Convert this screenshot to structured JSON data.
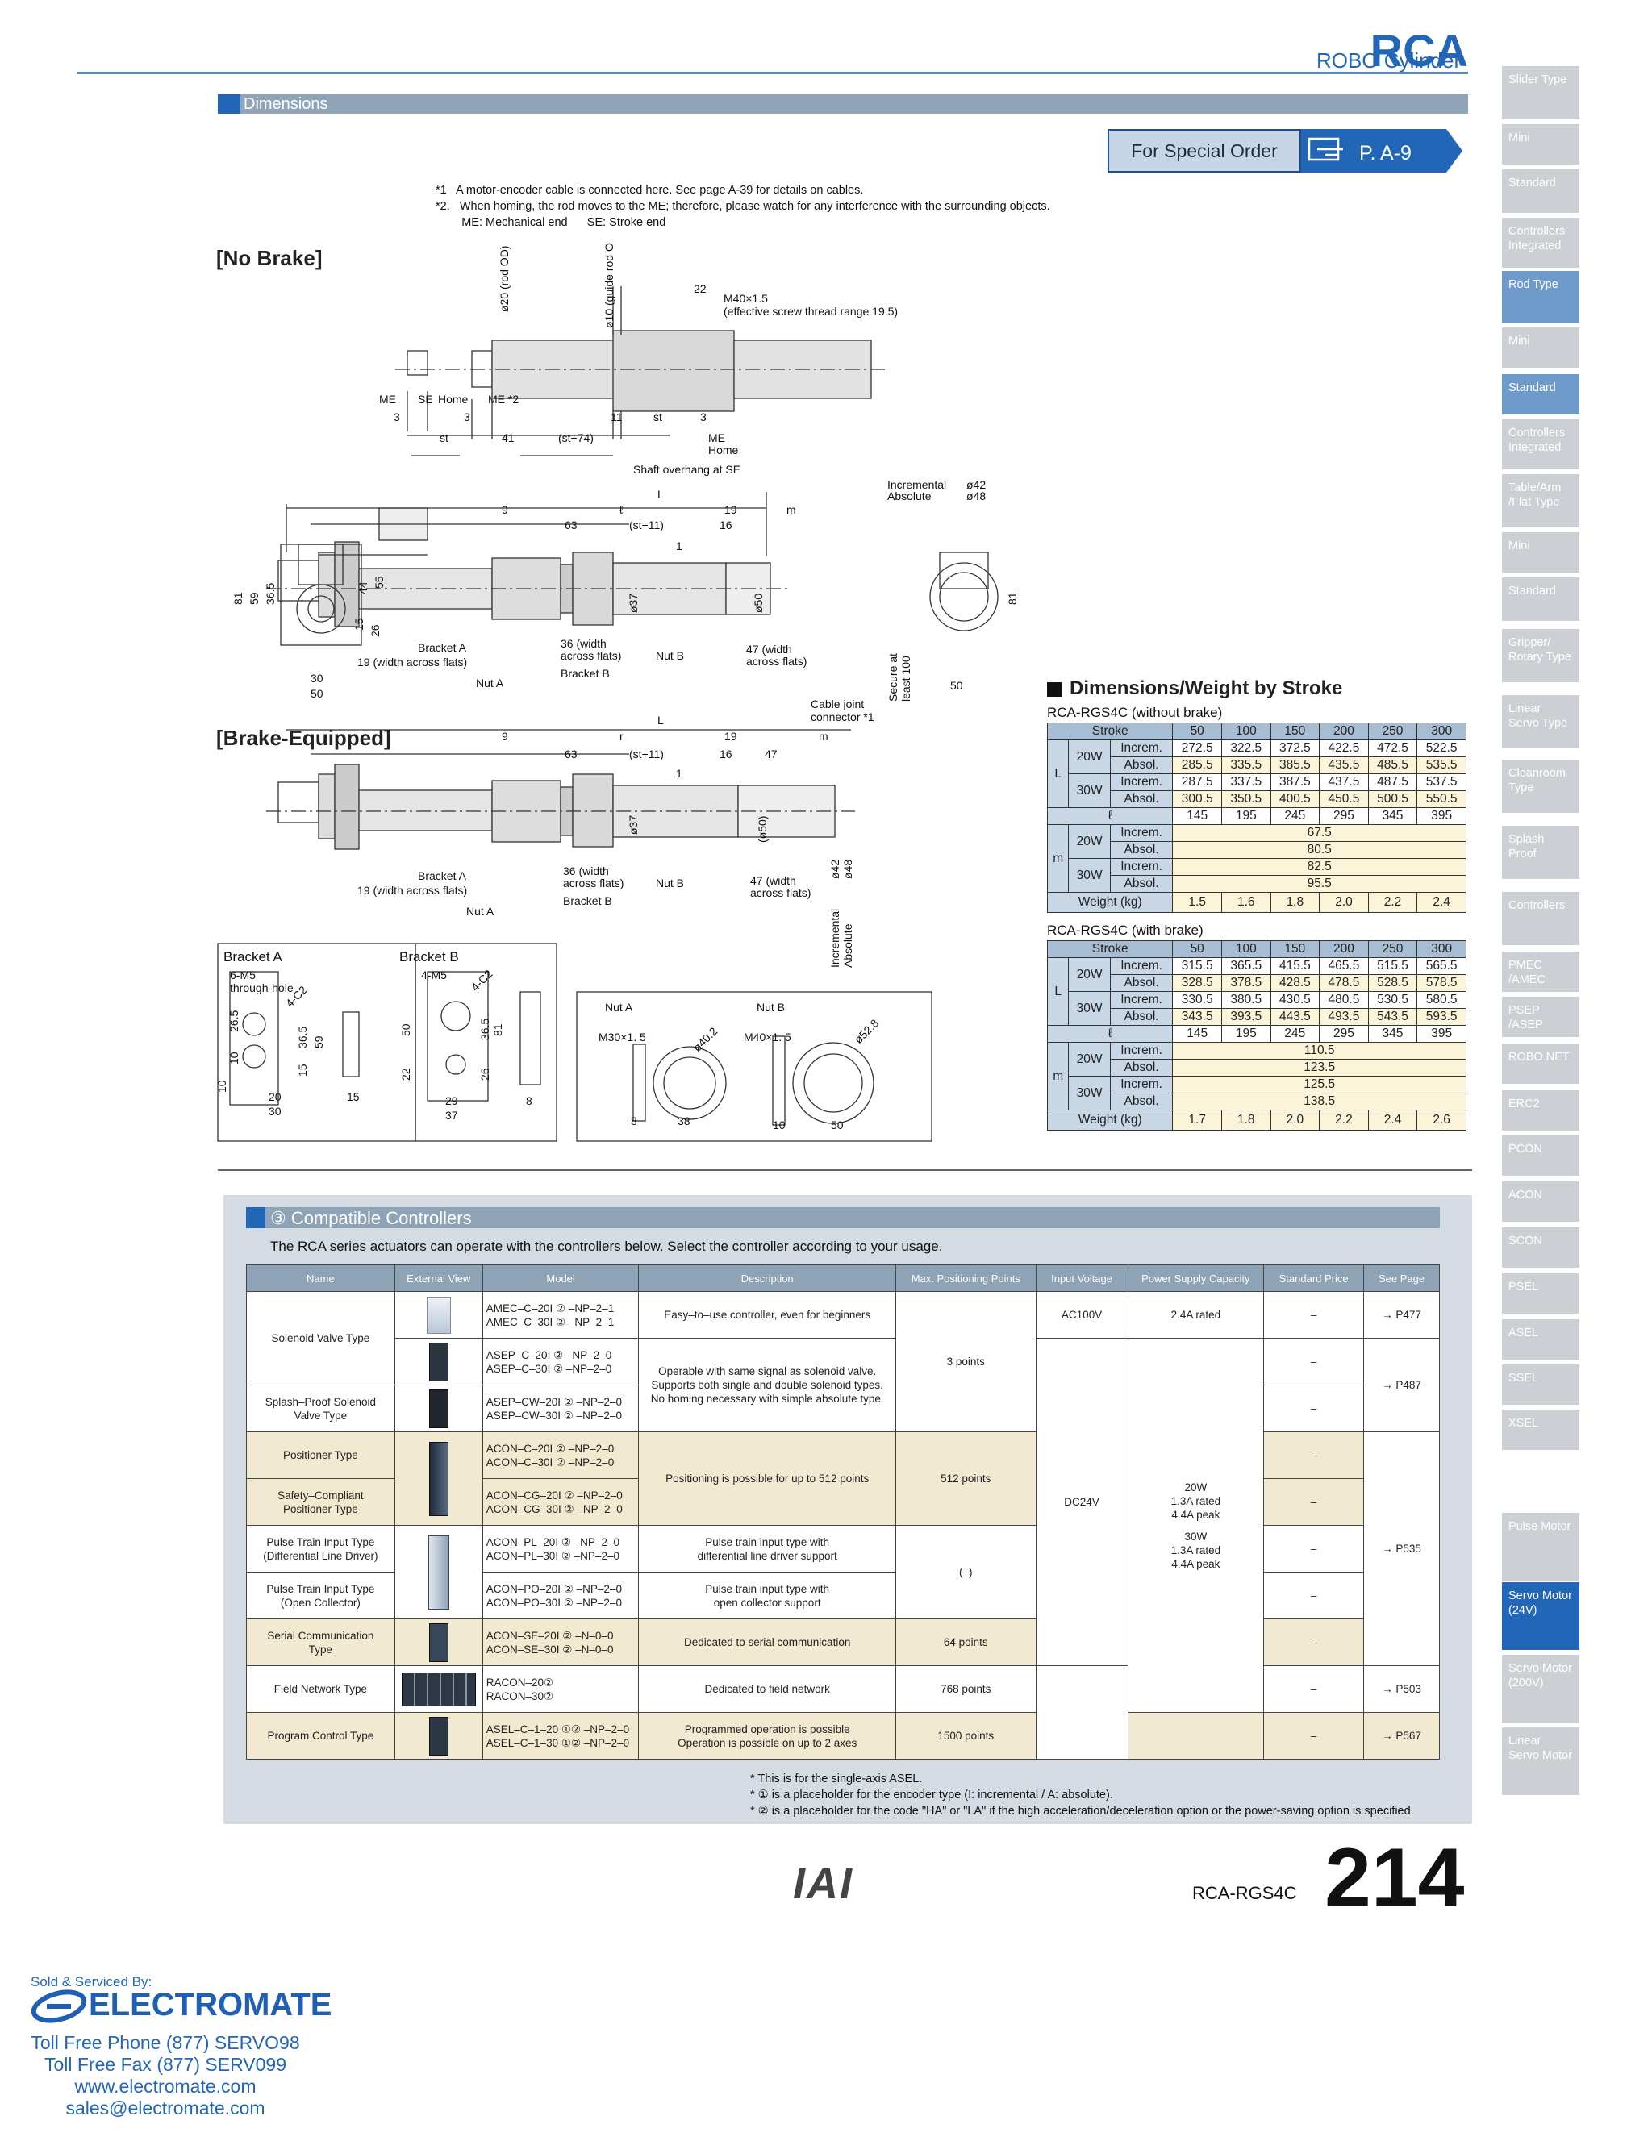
{
  "header": {
    "brand": "RCA",
    "brand_sub": "ROBO Cylinder",
    "section": "Dimensions",
    "special_order": "For Special Order",
    "special_page": "P. A-9"
  },
  "notes": [
    "*1   A motor-encoder cable is connected here. See page A-39 for details on cables.",
    "*2.   When homing, the rod moves to the ME; therefore, please watch for any interference with the surrounding objects.",
    "        ME: Mechanical end      SE: Stroke end"
  ],
  "drawing": {
    "no_brake": "[No Brake]",
    "brake": "[Brake-Equipped]",
    "top_labels": {
      "rod_od": "ø20 (rod OD)",
      "guide_od": "ø10 (guide rod OD)",
      "d22": "22",
      "m40": "M40×1.5",
      "m40b": "(effective screw thread range  19.5)",
      "me": "ME",
      "se": "SE",
      "home": "Home",
      "me2": "ME *2",
      "d3": "3",
      "d3b": "3",
      "d11": "11",
      "d3c": "3",
      "st": "st",
      "d41": "41",
      "st74": "(st+74)",
      "st2": "st",
      "me3": "ME",
      "home2": "Home",
      "shaft": "Shaft overhang at SE"
    },
    "nb": {
      "L": "L",
      "d9": "9",
      "l": "ℓ",
      "d19": "19",
      "m": "m",
      "d63": "63",
      "st11": "(st+11)",
      "d16": "16",
      "d1": "1",
      "inc": "Incremental",
      "abs": "Absolute",
      "d42": "ø42",
      "d48": "ø48",
      "d37": "ø37",
      "d50": "ø50",
      "d81": "81",
      "d59": "59",
      "d365": "36.5",
      "d44": "44",
      "d55": "55",
      "d15": "15",
      "d26": "26",
      "d30": "30",
      "d50b": "50",
      "d50c": "50",
      "d81b": "81",
      "bracketA": "Bracket A",
      "w19": "19 (width across flats)",
      "nutA": "Nut A",
      "w36": "36 (width",
      "w36b": "across flats)",
      "bracketB": "Bracket B",
      "nutB": "Nut B",
      "w47": "47 (width",
      "w47b": "across flats)",
      "secure": "Secure at",
      "secure2": "least 100",
      "cable": "Cable joint",
      "cable2": "connector *1"
    },
    "br": {
      "L": "L",
      "d9": "9",
      "r": "r",
      "d19": "19",
      "m": "m",
      "d63": "63",
      "st11": "(st+11)",
      "d16": "16",
      "d47": "47",
      "d1": "1",
      "d37": "ø37",
      "d50": "(ø50)",
      "bracketA": "Bracket A",
      "w19": "19 (width across flats)",
      "nutA": "Nut A",
      "w36": "36 (width",
      "w36b": "across flats)",
      "bracketB": "Bracket B",
      "nutB": "Nut B",
      "w47": "47 (width",
      "w47b": "across flats)",
      "inc": "Incremental",
      "abs": "Absolute",
      "d42": "ø42",
      "d48": "ø48"
    },
    "bracket": {
      "a": "Bracket A",
      "b": "Bracket B",
      "m5a": "6-M5",
      "m5a2": "through-hole",
      "c2a": "4-C2",
      "m5b": "4-M5",
      "c2b": "4-C2",
      "d265": "26.5",
      "d10": "10",
      "d10b": "10",
      "d15": "15",
      "d365": "36.5",
      "d59": "59",
      "d20": "20",
      "d30": "30",
      "d15b": "15",
      "d50": "50",
      "d22": "22",
      "d26": "26",
      "d365b": "36.5",
      "d81": "81",
      "d29": "29",
      "d37": "37",
      "d8": "8"
    },
    "nuts": {
      "a": "Nut A",
      "b": "Nut B",
      "m30": "M30×1. 5",
      "m40": "M40×1. 5",
      "d402": "ø40.2",
      "d528": "ø52.8",
      "d8": "8",
      "d38": "38",
      "d10": "10",
      "d50": "50"
    }
  },
  "dims": {
    "title": "Dimensions/Weight by Stroke",
    "t1": {
      "caption": "RCA-RGS4C (without brake)",
      "stroke_label": "Stroke",
      "strokes": [
        "50",
        "100",
        "150",
        "200",
        "250",
        "300"
      ],
      "L": "L",
      "m": "m",
      "l": "ℓ",
      "w20": "20W",
      "w30": "30W",
      "incr": "Increm.",
      "abs": "Absol.",
      "l20i": [
        "272.5",
        "322.5",
        "372.5",
        "422.5",
        "472.5",
        "522.5"
      ],
      "l20a": [
        "285.5",
        "335.5",
        "385.5",
        "435.5",
        "485.5",
        "535.5"
      ],
      "l30i": [
        "287.5",
        "337.5",
        "387.5",
        "437.5",
        "487.5",
        "537.5"
      ],
      "l30a": [
        "300.5",
        "350.5",
        "400.5",
        "450.5",
        "500.5",
        "550.5"
      ],
      "ell": [
        "145",
        "195",
        "245",
        "295",
        "345",
        "395"
      ],
      "m20i": "67.5",
      "m20a": "80.5",
      "m30i": "82.5",
      "m30a": "95.5",
      "weight_label": "Weight (kg)",
      "weight": [
        "1.5",
        "1.6",
        "1.8",
        "2.0",
        "2.2",
        "2.4"
      ]
    },
    "t2": {
      "caption": "RCA-RGS4C (with brake)",
      "stroke_label": "Stroke",
      "strokes": [
        "50",
        "100",
        "150",
        "200",
        "250",
        "300"
      ],
      "L": "L",
      "m": "m",
      "l": "ℓ",
      "w20": "20W",
      "w30": "30W",
      "incr": "Increm.",
      "abs": "Absol.",
      "l20i": [
        "315.5",
        "365.5",
        "415.5",
        "465.5",
        "515.5",
        "565.5"
      ],
      "l20a": [
        "328.5",
        "378.5",
        "428.5",
        "478.5",
        "528.5",
        "578.5"
      ],
      "l30i": [
        "330.5",
        "380.5",
        "430.5",
        "480.5",
        "530.5",
        "580.5"
      ],
      "l30a": [
        "343.5",
        "393.5",
        "443.5",
        "493.5",
        "543.5",
        "593.5"
      ],
      "ell": [
        "145",
        "195",
        "245",
        "295",
        "345",
        "395"
      ],
      "m20i": "110.5",
      "m20a": "123.5",
      "m30i": "125.5",
      "m30a": "138.5",
      "weight_label": "Weight (kg)",
      "weight": [
        "1.7",
        "1.8",
        "2.0",
        "2.2",
        "2.4",
        "2.6"
      ]
    }
  },
  "controllers": {
    "title": "③ Compatible Controllers",
    "intro": "The RCA series actuators can operate with the controllers below. Select the controller according to your usage.",
    "headers": [
      "Name",
      "External View",
      "Model",
      "Description",
      "Max. Positioning Points",
      "Input Voltage",
      "Power Supply Capacity",
      "Standard Price",
      "See Page"
    ],
    "rows": [
      {
        "name": "Solenoid Valve Type",
        "model1": "AMEC–C–20I ② –NP–2–1",
        "model2": "AMEC–C–30I ② –NP–2–1",
        "desc": "Easy–to–use controller, even for beginners",
        "volt": "AC100V",
        "cap": "2.4A rated",
        "price": "–",
        "page": "→ P477"
      },
      {
        "model1": "ASEP–C–20I ② –NP–2–0",
        "model2": "ASEP–C–30I ② –NP–2–0",
        "price": "–"
      },
      {
        "name1": "Splash–Proof Solenoid",
        "name2": "Valve Type",
        "model1": "ASEP–CW–20I ② –NP–2–0",
        "model2": "ASEP–CW–30I ② –NP–2–0",
        "price": "–"
      },
      {
        "name": "Positioner Type",
        "model1": "ACON–C–20I ② –NP–2–0",
        "model2": "ACON–C–30I ② –NP–2–0",
        "price": "–"
      },
      {
        "name1": "Safety–Compliant",
        "name2": "Positioner Type",
        "model1": "ACON–CG–20I ② –NP–2–0",
        "model2": "ACON–CG–30I ② –NP–2–0",
        "price": "–"
      },
      {
        "name1": "Pulse Train Input Type",
        "name2": "(Differential Line Driver)",
        "model1": "ACON–PL–20I ② –NP–2–0",
        "model2": "ACON–PL–30I ② –NP–2–0",
        "desc1": "Pulse train input type with",
        "desc2": "differential line driver support",
        "price": "–"
      },
      {
        "name1": "Pulse Train Input Type",
        "name2": "(Open Collector)",
        "model1": "ACON–PO–20I ② –NP–2–0",
        "model2": "ACON–PO–30I ② –NP–2–0",
        "desc1": "Pulse train input type with",
        "desc2": "open collector support",
        "price": "–"
      },
      {
        "name1": "Serial Communication",
        "name2": "Type",
        "model1": "ACON–SE–20I ② –N–0–0",
        "model2": "ACON–SE–30I ② –N–0–0",
        "desc": "Dedicated to serial communication",
        "pts": "64 points",
        "price": "–"
      },
      {
        "name": "Field Network Type",
        "model1": "RACON–20②",
        "model2": "RACON–30②",
        "desc": "Dedicated to field network",
        "pts": "768 points",
        "price": "–",
        "page": "→ P503"
      },
      {
        "name": "Program Control Type",
        "model1": "ASEL–C–1–20 ①② –NP–2–0",
        "model2": "ASEL–C–1–30 ①② –NP–2–0",
        "desc1": "Programmed operation is possible",
        "desc2": "Operation is possible on up to 2 axes",
        "pts": "1500 points",
        "price": "–",
        "page": "→ P567"
      }
    ],
    "asep_desc1": "Operable with same signal as solenoid valve.",
    "asep_desc2": "Supports both single and double solenoid types.",
    "asep_desc3": "No homing necessary with simple absolute type.",
    "pts3": "3 points",
    "page487": "→ P487",
    "acon_desc": "Positioning is possible for up to 512 points",
    "pts512": "512 points",
    "pts_pulse": "(–)",
    "volt24": "DC24V",
    "cap1": "20W",
    "cap2": "1.3A rated",
    "cap3": "4.4A peak",
    "cap4": "30W",
    "cap5": "1.3A rated",
    "cap6": "4.4A peak",
    "page535": "→ P535",
    "footnotes": [
      "* This is for the single-axis ASEL.",
      "* ① is a placeholder for the encoder type (I: incremental / A: absolute).",
      "* ② is a placeholder for the code \"HA\" or \"LA\" if the high acceleration/deceleration option or the power-saving option is specified."
    ]
  },
  "footer": {
    "logo": "IAI",
    "model": "RCA-RGS4C",
    "page": "214",
    "sold": "Sold & Serviced By:",
    "company": "ELECTROMATE",
    "phone": "Toll Free Phone  (877) SERVO98",
    "fax": "Toll Free Fax  (877) SERV099",
    "web": "www.electromate.com",
    "email": "sales@electromate.com"
  },
  "nav": [
    "Slider Type",
    "Mini",
    "Standard",
    "Controllers Integrated",
    "Rod Type",
    "Mini",
    "Standard",
    "Controllers Integrated",
    "Table/Arm /Flat Type",
    "Mini",
    "Standard",
    "Gripper/ Rotary Type",
    "Linear Servo Type",
    "Cleanroom Type",
    "Splash Proof",
    "Controllers",
    "PMEC /AMEC",
    "PSEP /ASEP",
    "ROBO NET",
    "ERC2",
    "PCON",
    "ACON",
    "SCON",
    "PSEL",
    "ASEL",
    "SSEL",
    "XSEL",
    "Pulse Motor",
    "Servo Motor (24V)",
    "Servo Motor (200V)",
    "Linear Servo Motor"
  ]
}
